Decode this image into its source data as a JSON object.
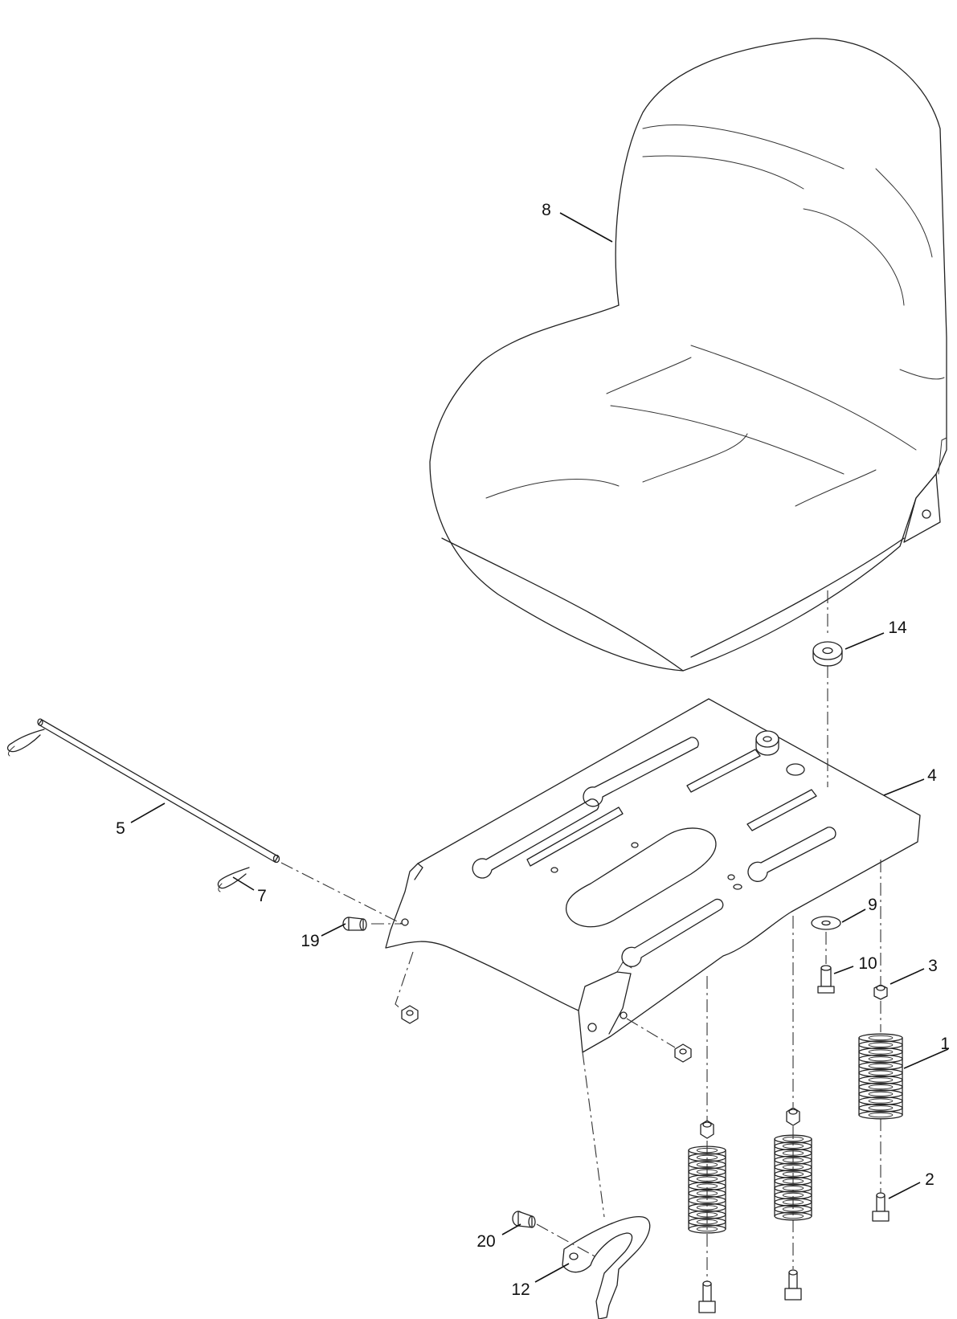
{
  "callouts": {
    "c1": "1",
    "c2": "2",
    "c3": "3",
    "c4": "4",
    "c5": "5",
    "c7": "7",
    "c8": "8",
    "c9": "9",
    "c10": "10",
    "c12": "12",
    "c14": "14",
    "c19": "19",
    "c20": "20"
  },
  "colors": {
    "line": "#222222",
    "background": "#ffffff"
  }
}
